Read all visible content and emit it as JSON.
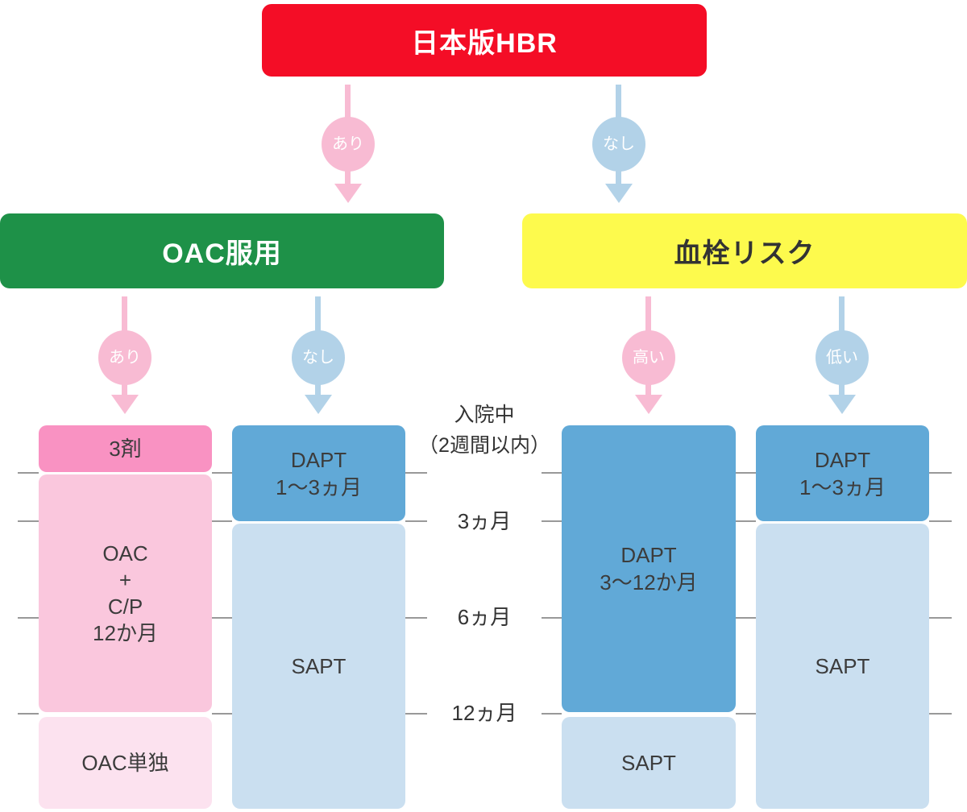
{
  "header": {
    "title": "日本版HBR"
  },
  "branch_level1": [
    {
      "label": "あり",
      "tone": "pink"
    },
    {
      "label": "なし",
      "tone": "blue"
    }
  ],
  "decision_nodes": [
    {
      "id": "oac",
      "label": "OAC服用"
    },
    {
      "id": "thrombosis",
      "label": "血栓リスク"
    }
  ],
  "branch_level2": [
    {
      "label": "あり",
      "tone": "pink"
    },
    {
      "label": "なし",
      "tone": "blue"
    },
    {
      "label": "高い",
      "tone": "pink"
    },
    {
      "label": "低い",
      "tone": "blue"
    }
  ],
  "timeline": {
    "start_line1": "入院中",
    "start_line2": "（2週間以内）",
    "markers": [
      "3ヵ月",
      "6ヵ月",
      "12ヵ月"
    ]
  },
  "columns": [
    {
      "name": "oac-yes",
      "segments": [
        {
          "label": "3剤"
        },
        {
          "lines": [
            "OAC",
            "+",
            "C/P",
            "12か月"
          ]
        },
        {
          "label": "OAC単独"
        }
      ]
    },
    {
      "name": "oac-no",
      "segments": [
        {
          "lines": [
            "DAPT",
            "1〜3ヵ月"
          ]
        },
        {
          "label": "SAPT"
        }
      ]
    },
    {
      "name": "thrombosis-high",
      "segments": [
        {
          "lines": [
            "DAPT",
            "3〜12か月"
          ]
        },
        {
          "label": "SAPT"
        }
      ]
    },
    {
      "name": "thrombosis-low",
      "segments": [
        {
          "lines": [
            "DAPT",
            "1〜3ヵ月"
          ]
        },
        {
          "label": "SAPT"
        }
      ]
    }
  ],
  "colors": {
    "hbr_red": "#F40D26",
    "oac_green": "#1E9148",
    "thrombosis_yellow": "#FDFA4D",
    "branch_pink": "#F8BBD3",
    "branch_blue": "#B2D2E8",
    "triple_therapy_pink": "#F992C2",
    "oac_cp_pink": "#FAC7DD",
    "oac_solo_pink": "#FCE2EF",
    "dapt_blue": "#61A9D7",
    "sapt_blue": "#CADFF0",
    "gridline_gray": "#999999",
    "text_dark": "#3C3C3C"
  }
}
